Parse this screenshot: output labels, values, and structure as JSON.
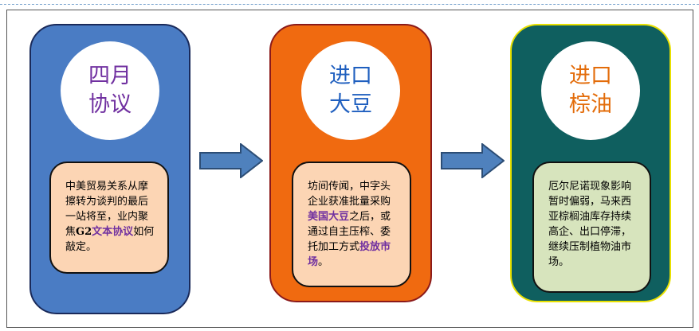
{
  "stages": [
    {
      "title_line1": "四月",
      "title_line2": "协议",
      "desc_parts": [
        "中美贸易关系从摩擦转为谈判的最后一站将至，业内聚焦",
        "G2",
        "文本协议",
        "如何敲定。"
      ]
    },
    {
      "title_line1": "进口",
      "title_line2": "大豆",
      "desc_parts": [
        "坊间传闻，中字头企业获准批量采购",
        "美国大豆",
        "之后，或通过自主压榨、委托加工方式",
        "投放市场",
        "。"
      ]
    },
    {
      "title_line1": "进口",
      "title_line2": "棕油",
      "desc": "厄尔尼诺现象影响暂时偏弱，马来西亚棕榈油库存持续高企、出口停滞，继续压制植物油市场。"
    }
  ],
  "colors": {
    "card1": "#4a7cc4",
    "card2": "#f06a10",
    "card3": "#0f5f5f",
    "title1": "#7030a0",
    "title2": "#1f5fbf",
    "title3": "#e36c0a"
  }
}
